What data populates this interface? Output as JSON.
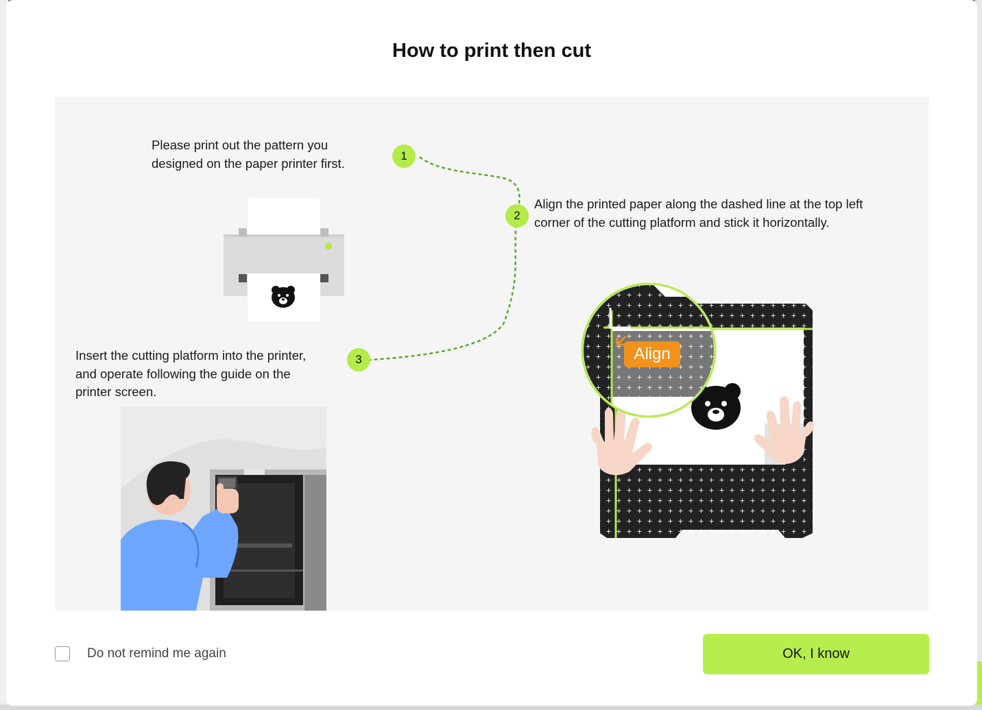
{
  "dialog": {
    "title": "How to print then cut",
    "steps": [
      {
        "number": "1",
        "text": "Please print out the pattern you designed on the paper printer first."
      },
      {
        "number": "2",
        "text": "Align the printed paper along the dashed line at the top left corner of the cutting platform and stick it horizontally."
      },
      {
        "number": "3",
        "text": "Insert the cutting platform into the printer, and operate following the guide on the printer screen."
      }
    ],
    "step1_lines": [
      "Please print out the pattern you",
      "designed on the paper printer first."
    ],
    "step2_lines": [
      "Align the printed paper along the dashed line at the top left",
      "corner of the cutting platform and stick it horizontally."
    ],
    "step3_lines": [
      "Insert the cutting platform into the printer,",
      "and operate following the guide on the",
      "printer screen."
    ],
    "align_badge": "Align",
    "remind_label": "Do not remind me again",
    "remind_checked": false,
    "ok_label": "OK, I know"
  },
  "colors": {
    "accent_green": "#b7ee4d",
    "align_orange": "#f0921b",
    "panel_bg": "#f5f5f5"
  },
  "icons": [
    "printer-illustration",
    "bear-icon",
    "cutting-platform-illustration",
    "hand-icon",
    "person-illustration"
  ]
}
